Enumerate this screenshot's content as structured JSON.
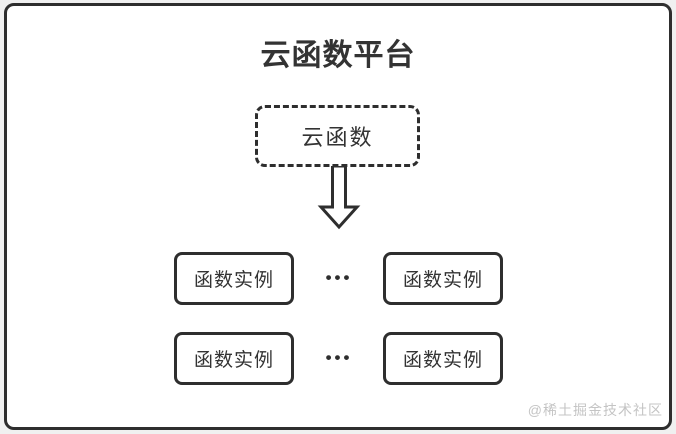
{
  "diagram": {
    "title": "云函数平台",
    "cloud_function": {
      "label": "云函数"
    },
    "rows": [
      {
        "boxes": [
          {
            "label": "函数实例"
          },
          {
            "label": "函数实例"
          }
        ],
        "separator": "•••"
      },
      {
        "boxes": [
          {
            "label": "函数实例"
          },
          {
            "label": "函数实例"
          }
        ],
        "separator": "•••"
      }
    ],
    "watermark": "@稀土掘金技术社区",
    "colors": {
      "line": "#2e2e2e",
      "text": "#333333",
      "background": "#ffffff",
      "page_background": "#f0f0f0",
      "watermark": "#c4c4c4"
    }
  }
}
